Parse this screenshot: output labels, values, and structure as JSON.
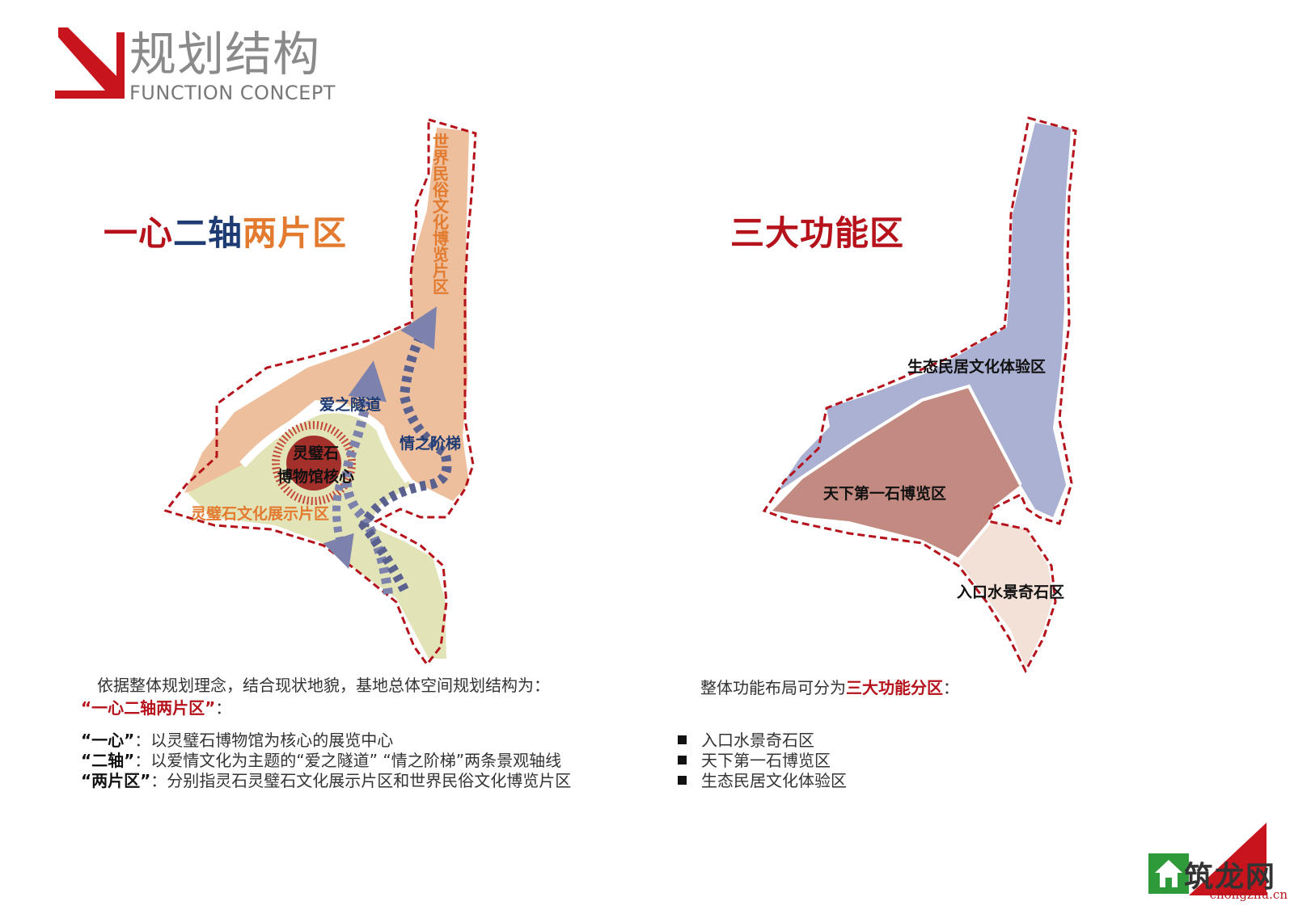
{
  "header": {
    "title_cn": "规划结构",
    "title_en": "FUNCTION CONCEPT"
  },
  "colors": {
    "accent_red": "#b5121b",
    "dark_blue": "#1f3b73",
    "orange": "#e27a2f",
    "zone_peach": "#edbf9c",
    "zone_green": "#e3e3b8",
    "zone_lavender": "#abb1d3",
    "zone_rose": "#c28a80",
    "zone_cream": "#f3e1d7"
  },
  "left_map": {
    "heading": {
      "part1": "一心二轴",
      "part2": "两片区"
    },
    "labels": {
      "north_zone": "世界民俗文化博览片区",
      "tunnel": "爱之隧道",
      "stairs": "情之阶梯",
      "core_line1": "灵璧石",
      "core_line2": "博物馆核心",
      "south_zone": "灵璧石文化展示片区"
    }
  },
  "right_map": {
    "heading": "三大功能区",
    "labels": {
      "eco": "生态民居文化体验区",
      "stone": "天下第一石博览区",
      "entry": "入口水景奇石区"
    }
  },
  "left_text": {
    "intro": "依据整体规划理念，结合现状地貌，基地总体空间规划结构为：",
    "highlight": "“一心二轴两片区”",
    "highlight_suffix": "：",
    "definitions": [
      {
        "term": "“一心”",
        "desc": "：以灵璧石博物馆为核心的展览中心"
      },
      {
        "term": "“二轴”",
        "desc": "：以爱情文化为主题的“爱之隧道” “情之阶梯”两条景观轴线"
      },
      {
        "term": "“两片区”",
        "desc": "：分别指灵石灵璧石文化展示片区和世界民俗文化博览片区"
      }
    ]
  },
  "right_text": {
    "intro_prefix": "整体功能布局可分为",
    "intro_highlight": "三大功能分区",
    "intro_suffix": "：",
    "bullets": [
      "入口水景奇石区",
      "天下第一石博览区",
      "生态民居文化体验区"
    ]
  },
  "watermark": {
    "text": "筑龙网",
    "url": "chongzhu.cn"
  }
}
